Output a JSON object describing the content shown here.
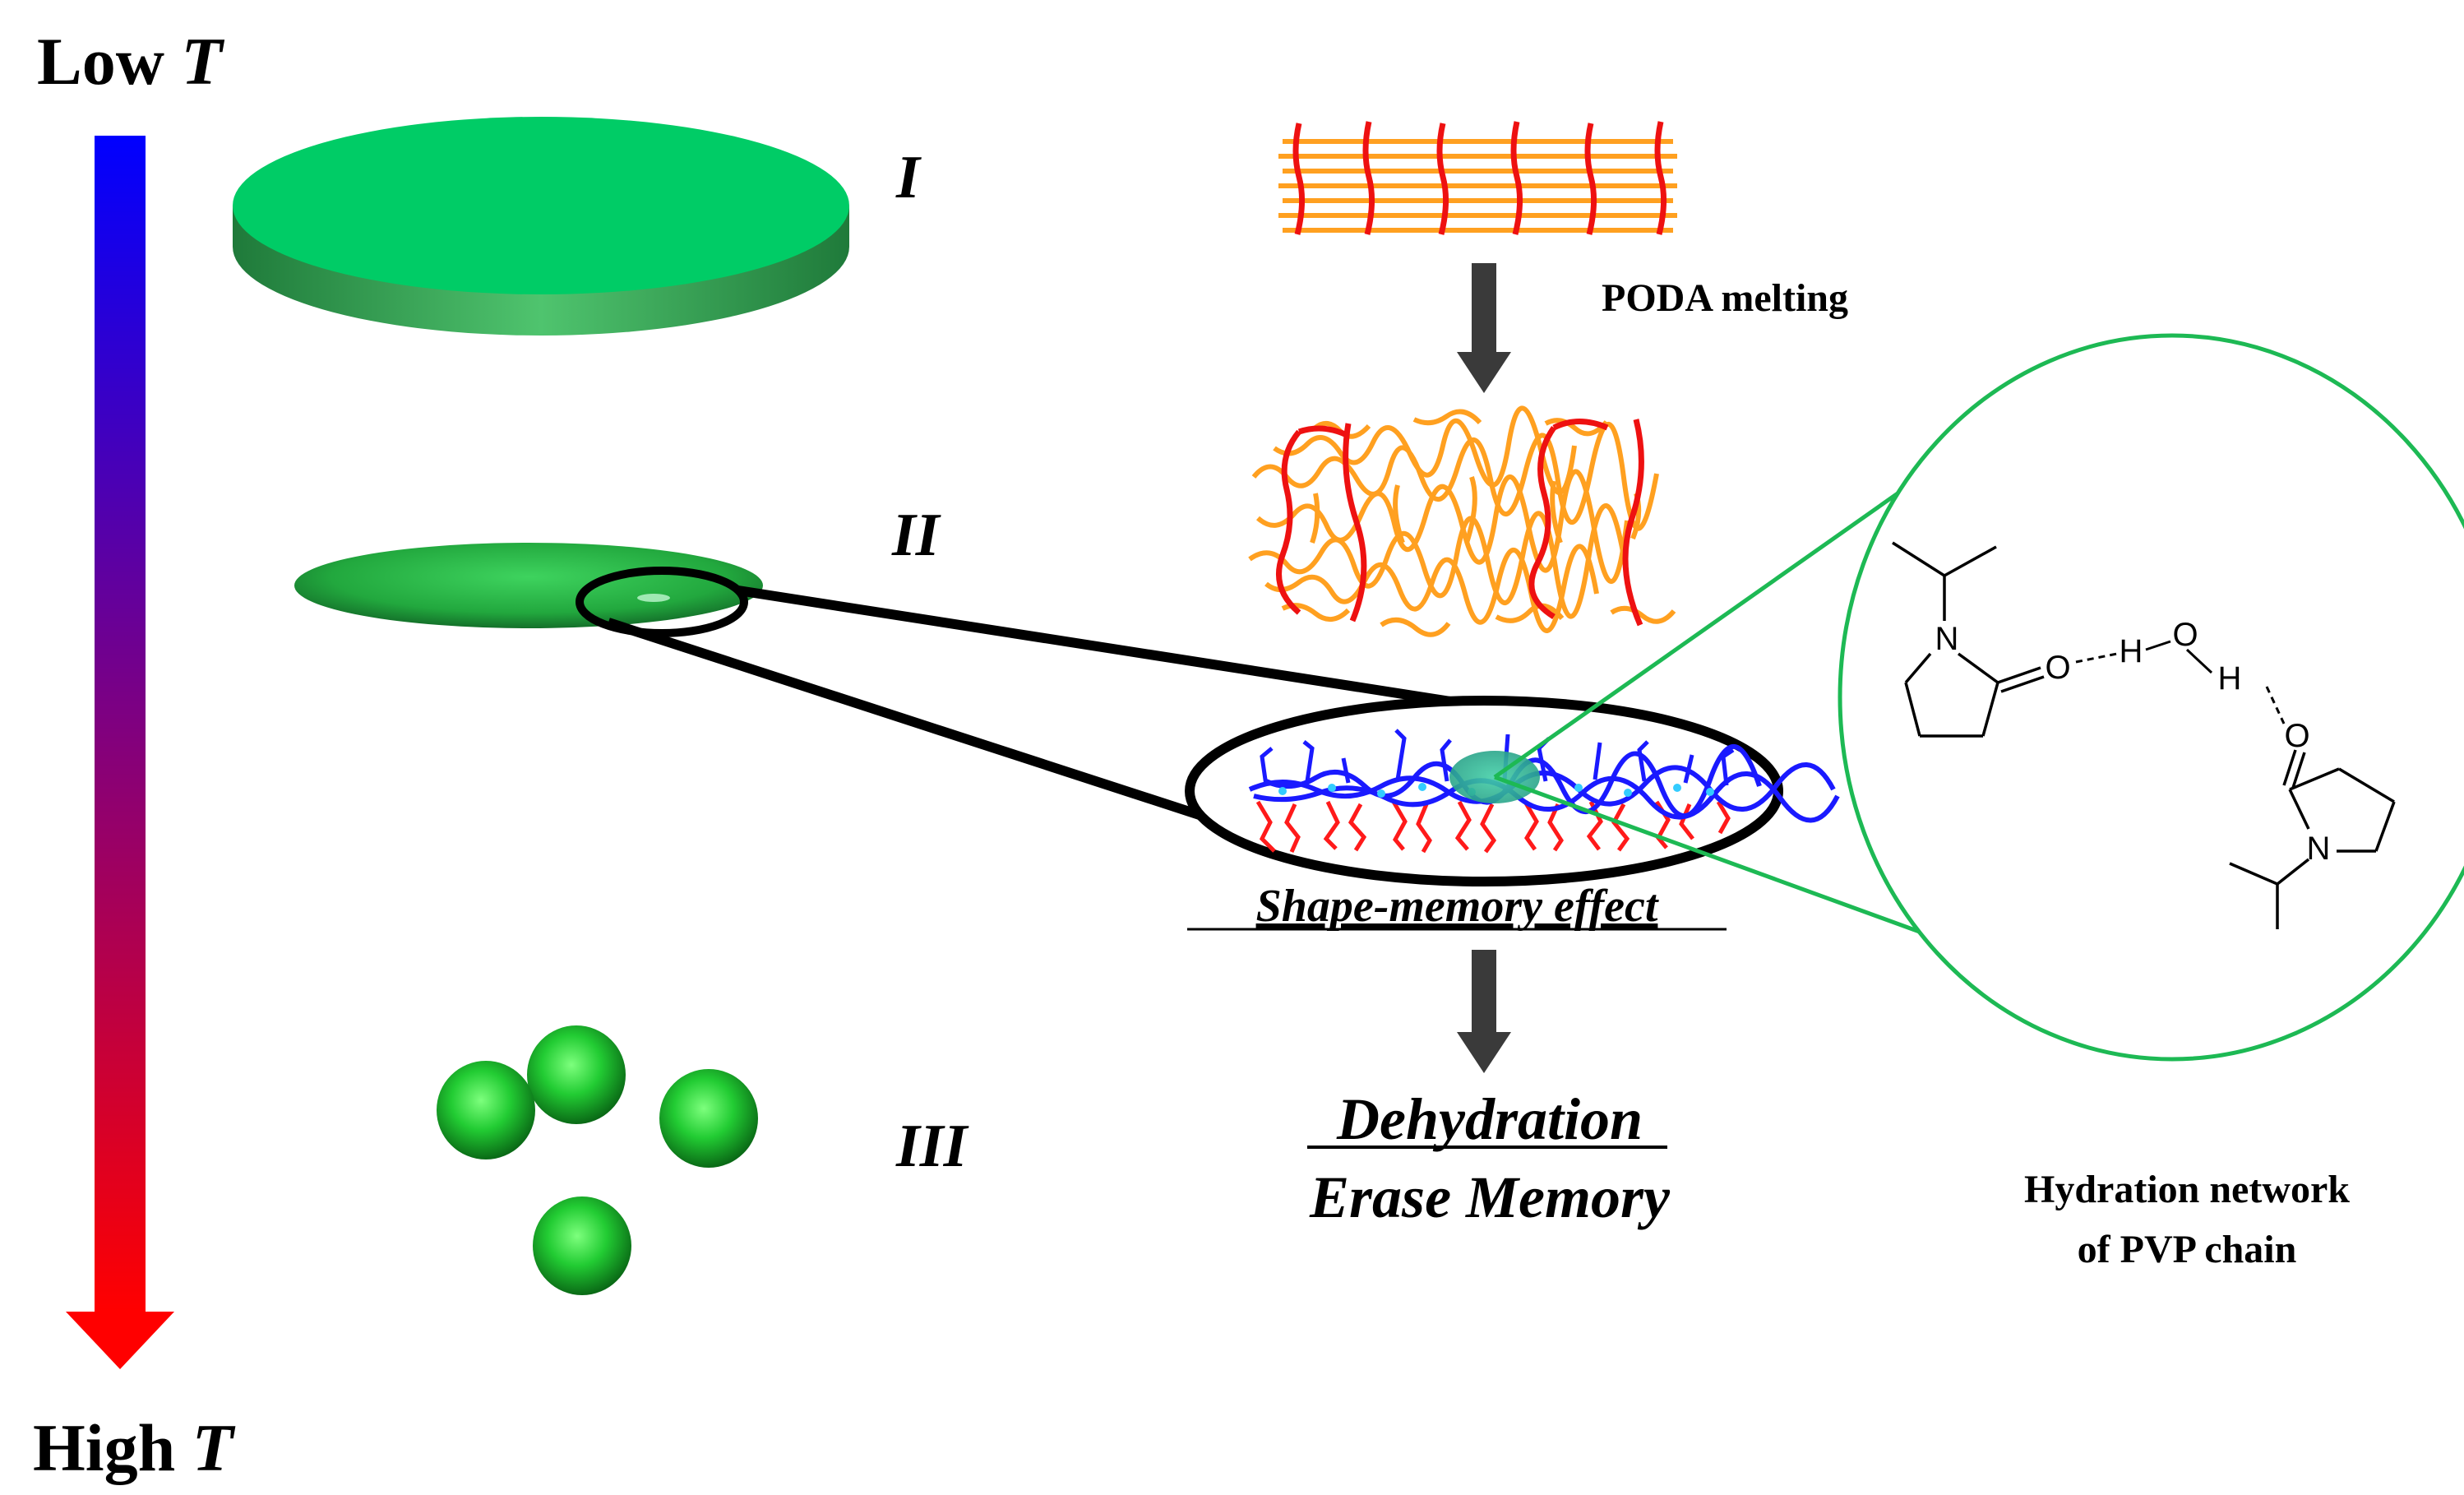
{
  "temperature_axis": {
    "low_label_prefix": "Low ",
    "high_label_prefix": "High ",
    "variable": "T",
    "gradient_start_color": "#0000ff",
    "gradient_end_color": "#ff0000"
  },
  "stages": [
    {
      "numeral": "I"
    },
    {
      "numeral": "II"
    },
    {
      "numeral": "III"
    }
  ],
  "process": {
    "step1_label": "PODA melting",
    "step2_label": "Shape-memory effect",
    "result_line1": "Dehydration",
    "result_line2": "Erase Memory"
  },
  "inset": {
    "caption_line1": "Hydration network",
    "caption_line2": "of PVP chain",
    "atoms": {
      "n_top": "N",
      "o_top": "O",
      "h1": "H",
      "o_water": "O",
      "h2": "H",
      "o_bottom": "O",
      "n_bottom": "N"
    },
    "circle_color": "#1db954"
  },
  "colors": {
    "particle_green": "#00cc66",
    "poda_orange": "#ffa020",
    "chain_red": "#ff1a1a",
    "pvp_blue": "#1a1aff",
    "arrow_gray": "#3a3a3a"
  }
}
